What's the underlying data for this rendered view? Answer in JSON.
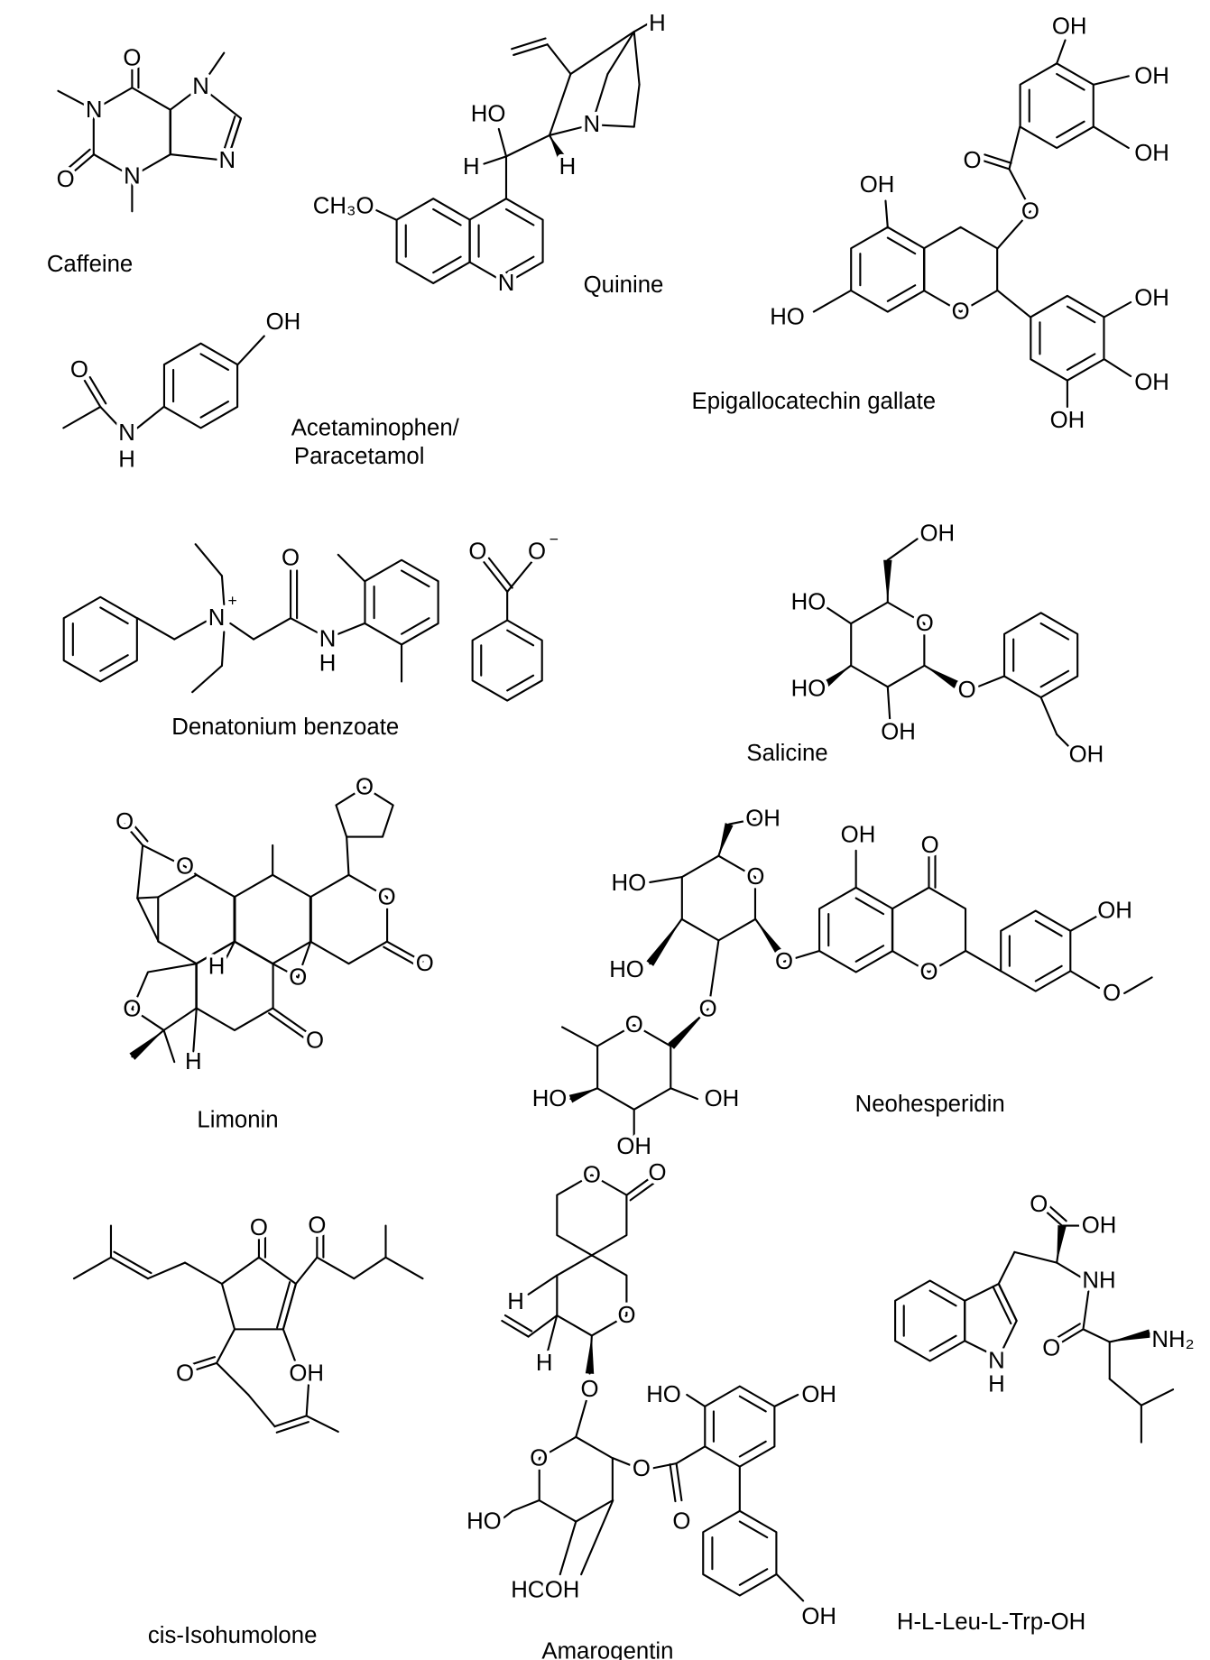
{
  "compounds": {
    "caffeine": {
      "name": "Caffeine",
      "atoms": [
        "O",
        "N",
        "O",
        "N",
        "N",
        "N"
      ]
    },
    "quinine": {
      "name": "Quinine",
      "atoms": [
        "H",
        "HO",
        "H",
        "N",
        "H",
        "CH₃O",
        "N"
      ]
    },
    "egcg": {
      "name": "Epigallocatechin gallate",
      "atoms": [
        "OH",
        "OH",
        "OH",
        "O",
        "O",
        "OH",
        "HO",
        "O",
        "OH",
        "OH",
        "OH"
      ]
    },
    "acetaminophen": {
      "name": "Acetaminophen/",
      "name_line2": "Paracetamol",
      "atoms": [
        "OH",
        "O",
        "N",
        "H"
      ]
    },
    "denatonium": {
      "name": "Denatonium benzoate",
      "atoms": [
        "N",
        "+",
        "O",
        "N",
        "H",
        "O",
        "O",
        "−"
      ]
    },
    "salicine": {
      "name": "Salicine",
      "atoms": [
        "OH",
        "HO",
        "O",
        "HO",
        "O",
        "OH",
        "OH"
      ]
    },
    "limonin": {
      "name": "Limonin",
      "atoms": [
        "O",
        "O",
        "O",
        "O",
        "O",
        "O",
        "O",
        "O",
        "H",
        "H"
      ]
    },
    "neohesperidin": {
      "name": "Neohesperidin",
      "atoms": [
        "OH",
        "OH",
        "O",
        "HO",
        "O",
        "O",
        "HO",
        "O",
        "OH",
        "O",
        "O",
        "O",
        "HO",
        "OH",
        "OH"
      ]
    },
    "isohumolone": {
      "name": "cis-Isohumolone",
      "atoms": [
        "O",
        "O",
        "O",
        "OH"
      ]
    },
    "amarogentin": {
      "name": "Amarogentin",
      "atoms": [
        "O",
        "O",
        "H",
        "O",
        "H",
        "O",
        "HO",
        "OH",
        "O",
        "O",
        "HO",
        "O",
        "HO",
        "OH",
        "OH"
      ]
    },
    "leutrp": {
      "name": "H-L-Leu-L-Trp-OH",
      "atoms": [
        "O",
        "OH",
        "NH",
        "O",
        "NH₂",
        "N",
        "H"
      ]
    }
  }
}
